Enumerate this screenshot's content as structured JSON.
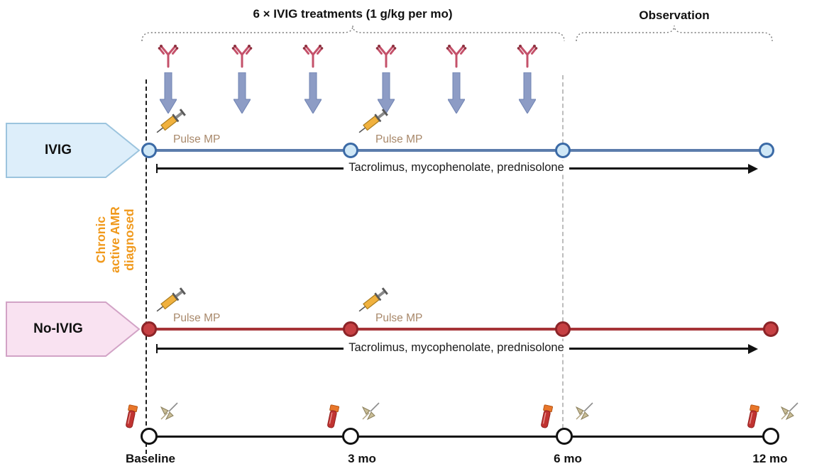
{
  "header": {
    "treatments_label": "6 × IVIG treatments (1 g/kg per mo)",
    "observation_label": "Observation"
  },
  "diagnosis": {
    "lines": [
      "Chronic",
      "active AMR",
      "diagnosed"
    ],
    "color": "#f0991c"
  },
  "arms": {
    "ivig": {
      "label": "IVIG",
      "ivig_doses": 6,
      "pulse_mp": "Pulse MP",
      "therapy": "Tacrolimus, mycophenolate, prednisolone",
      "line_color": "#5b7cab",
      "node_fill": "#cfe7f6",
      "node_border": "#3b6aa6",
      "box_fill": "#ddeefa"
    },
    "no_ivig": {
      "label": "No-IVIG",
      "pulse_mp": "Pulse MP",
      "therapy": "Tacrolimus, mycophenolate, prednisolone",
      "line_color": "#a63438",
      "node_fill": "#c64043",
      "node_border": "#8c2428",
      "box_fill": "#f9e2f1"
    }
  },
  "timeline": {
    "labels": [
      "Baseline",
      "3 mo",
      "6 mo",
      "12 mo"
    ]
  }
}
